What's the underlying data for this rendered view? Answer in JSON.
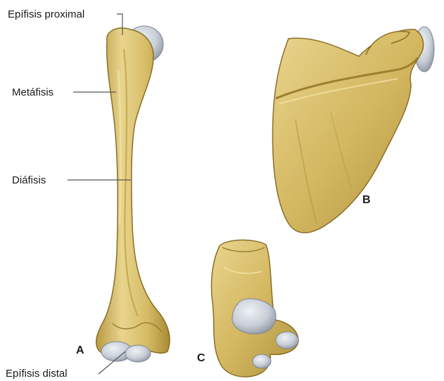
{
  "labels": {
    "proximal_epiphysis": "Epífisis proximal",
    "metaphysis": "Metáfisis",
    "diaphysis": "Diáfisis",
    "distal_epiphysis": "Epífisis distal"
  },
  "figure_letters": {
    "a": "A",
    "b": "B",
    "c": "C"
  },
  "colors": {
    "bone": "#d9bf6a",
    "bone_dark": "#a88a33",
    "bone_light": "#efe0a0",
    "cartilage": "#c9cfd8",
    "cartilage_dark": "#9aa3b0",
    "text": "#1a1a1a"
  }
}
